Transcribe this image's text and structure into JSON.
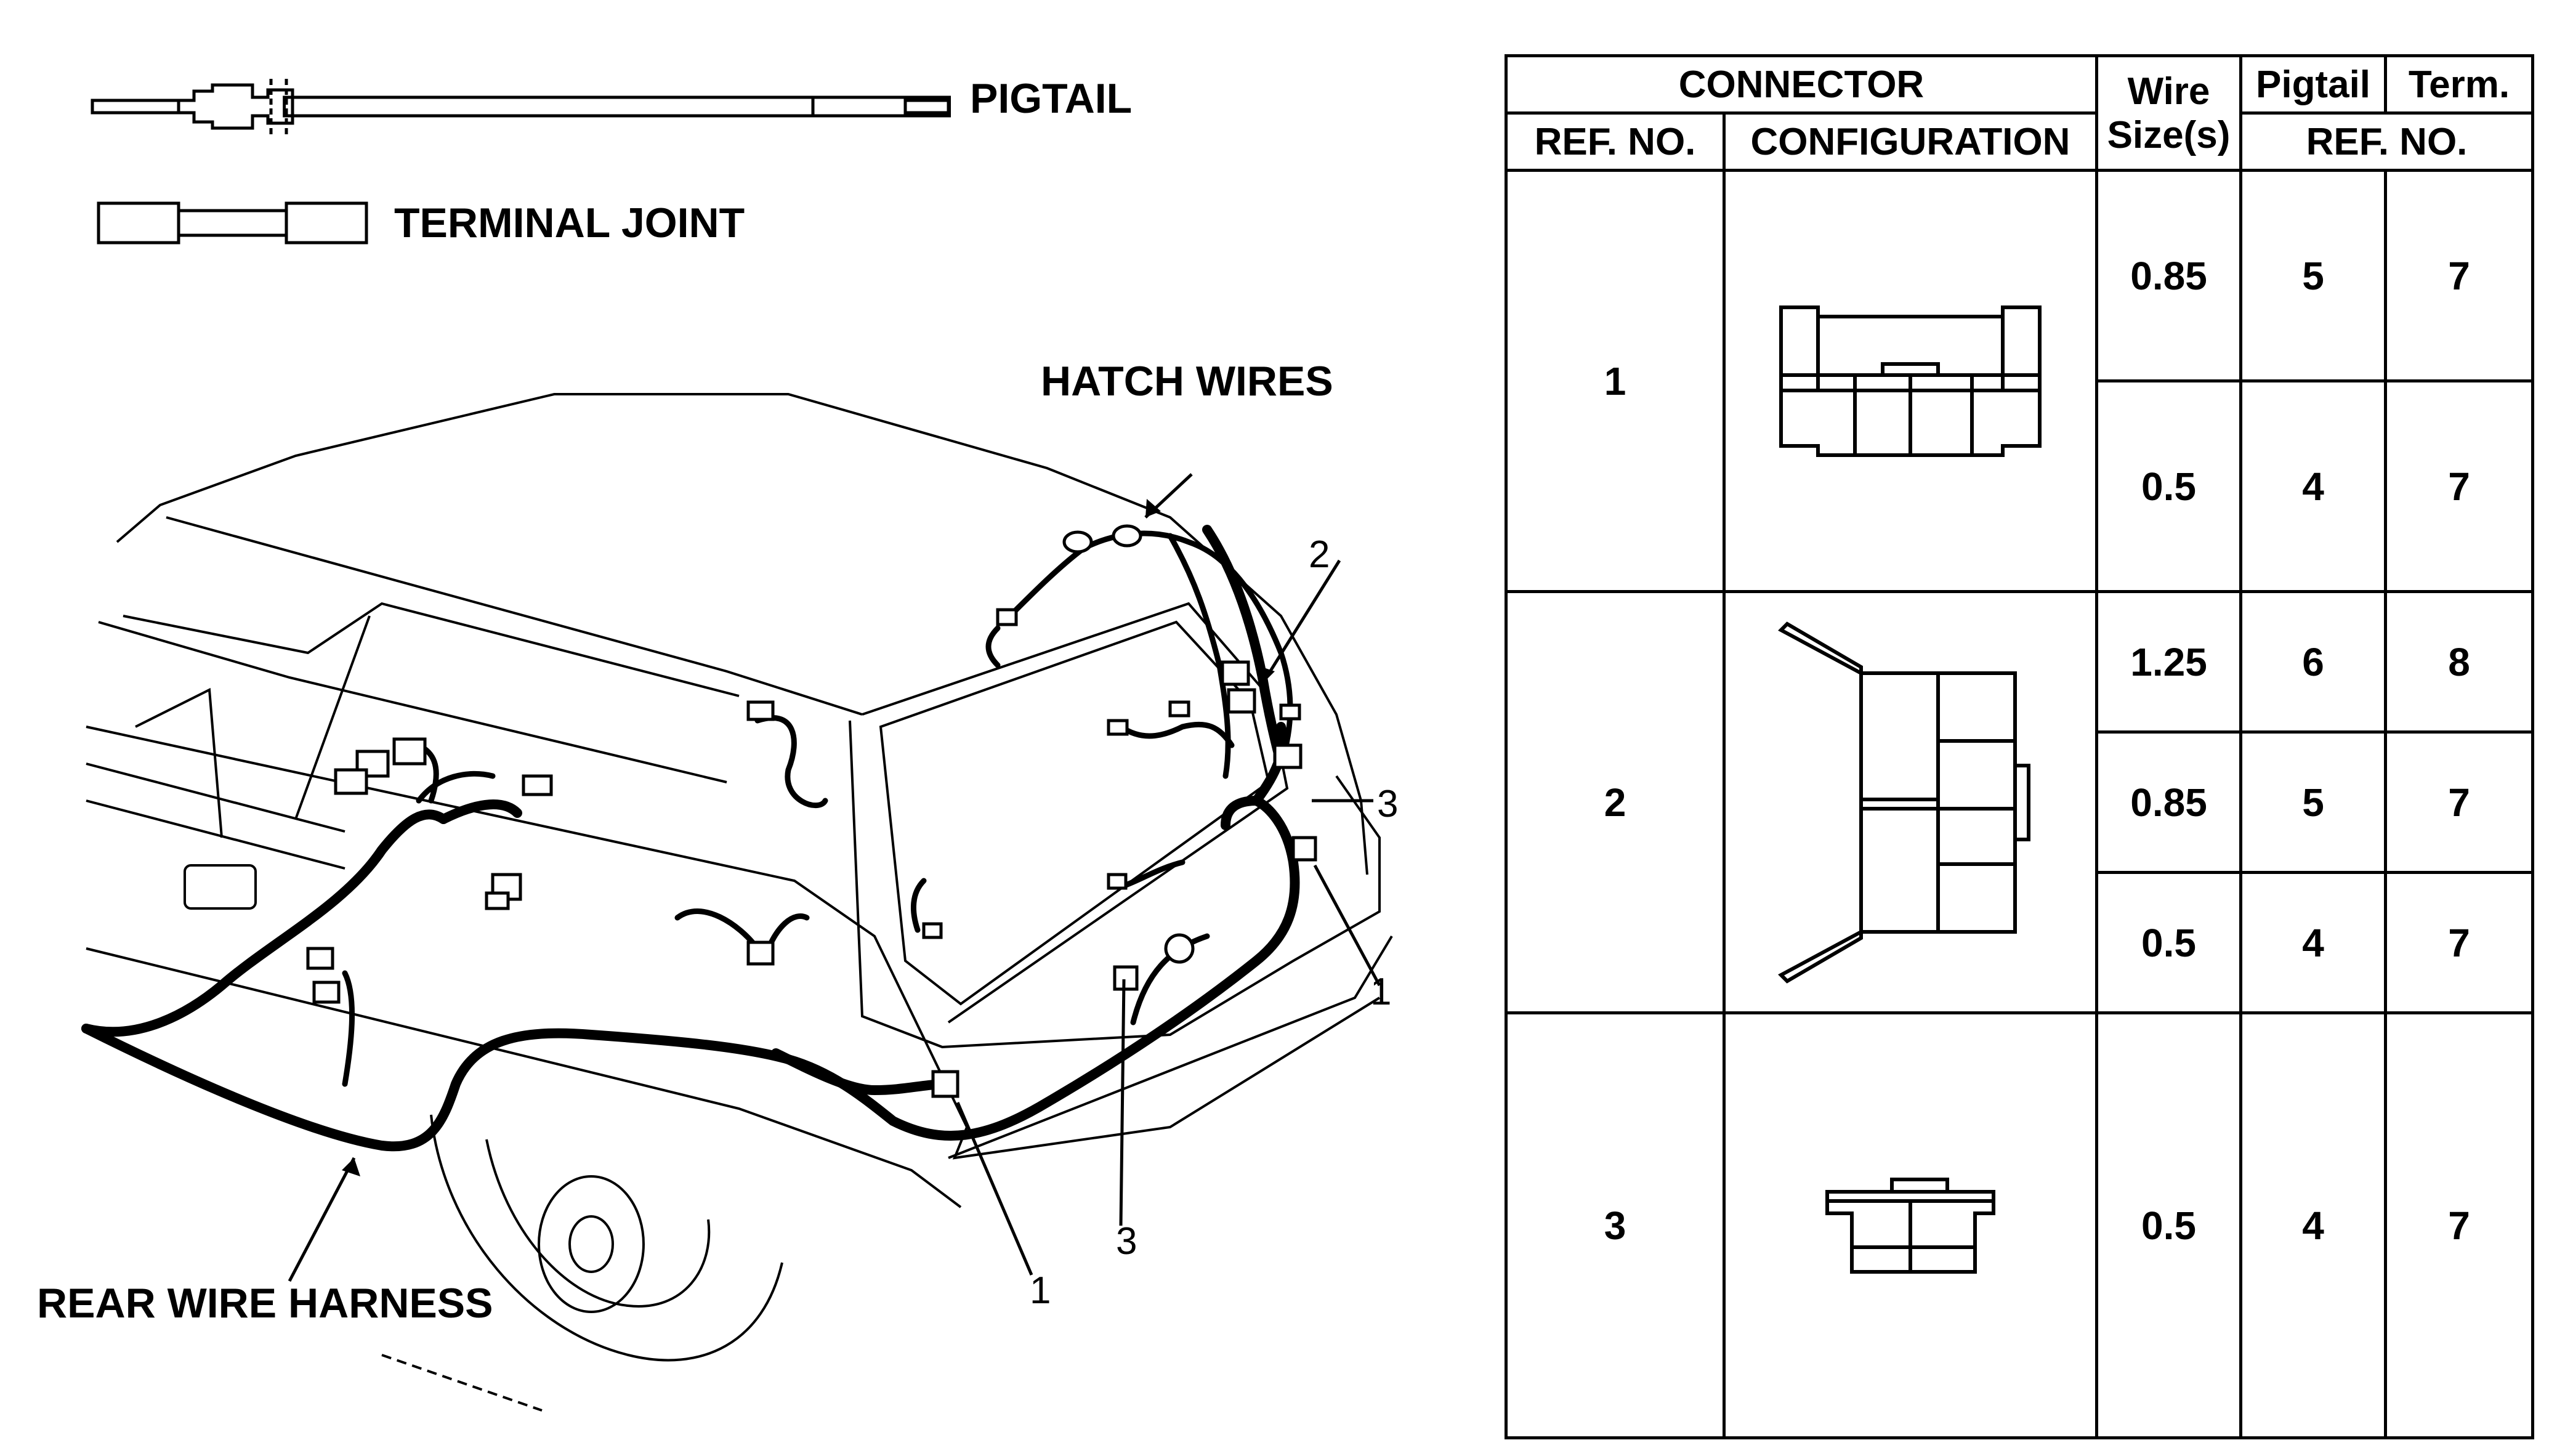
{
  "legend": {
    "pigtail_label": "PIGTAIL",
    "terminal_joint_label": "TERMINAL JOINT"
  },
  "diagram": {
    "hatch_wires_label": "HATCH WIRES",
    "rear_wire_harness_label": "REAR WIRE HARNESS",
    "callouts": [
      "2",
      "3",
      "1",
      "1",
      "3"
    ]
  },
  "table": {
    "header": {
      "connector": "CONNECTOR",
      "ref_no": "REF. NO.",
      "configuration": "CONFIGURATION",
      "wire_line1": "Wire",
      "wire_line2": "Size(s)",
      "pigtail": "Pigtail",
      "term": "Term.",
      "ref_no_2": "REF. NO."
    },
    "groups": [
      {
        "ref": "1",
        "shape": "connector-1-icon",
        "rows": [
          {
            "wire": "0.85",
            "pigtail": "5",
            "term": "7"
          },
          {
            "wire": "0.5",
            "pigtail": "4",
            "term": "7"
          }
        ]
      },
      {
        "ref": "2",
        "shape": "connector-2-icon",
        "rows": [
          {
            "wire": "1.25",
            "pigtail": "6",
            "term": "8"
          },
          {
            "wire": "0.85",
            "pigtail": "5",
            "term": "7"
          },
          {
            "wire": "0.5",
            "pigtail": "4",
            "term": "7"
          }
        ]
      },
      {
        "ref": "3",
        "shape": "connector-3-icon",
        "rows": [
          {
            "wire": "0.5",
            "pigtail": "4",
            "term": "7"
          }
        ]
      }
    ]
  }
}
